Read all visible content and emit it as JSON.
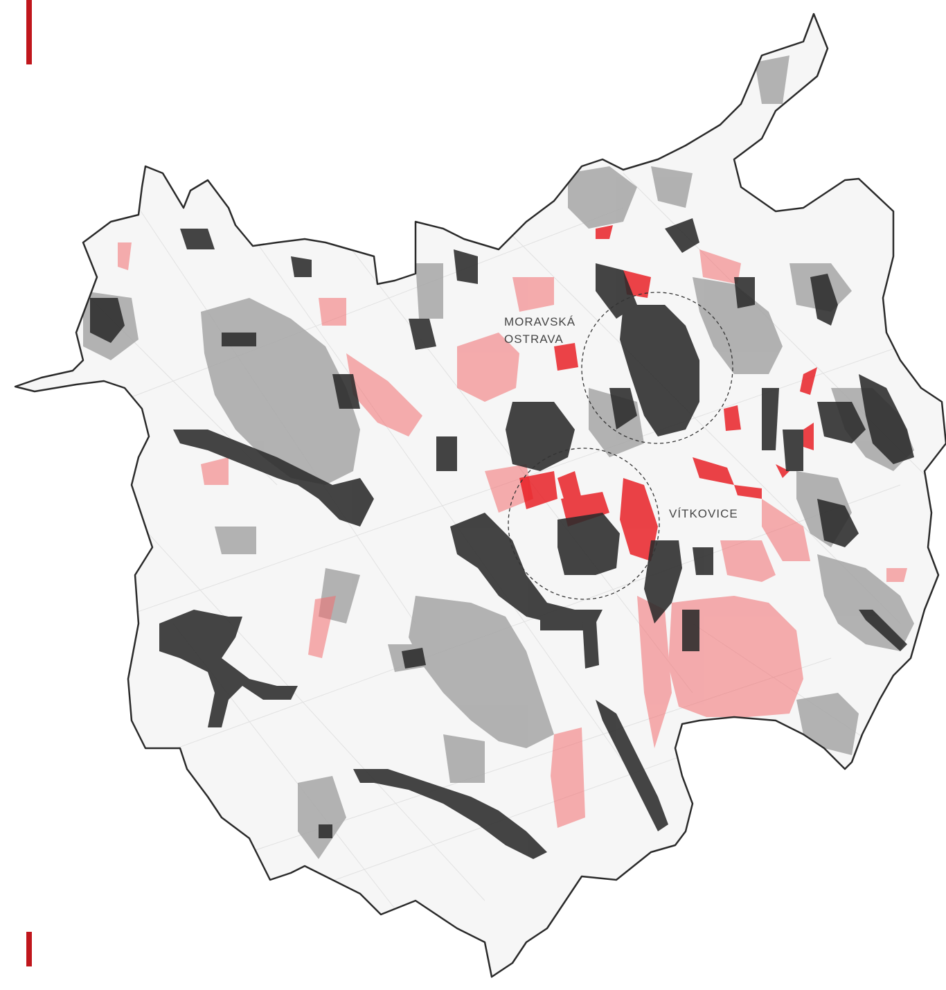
{
  "labels": {
    "moravska_line1": "MORAVSKÁ",
    "moravska_line2": "OSTRAVA",
    "vitkovice": "VÍTKOVICE"
  },
  "colors": {
    "accent": "#c0161c",
    "dark_zone": "#2b2b2b",
    "grey_zone": "#a6a6a6",
    "red_zone": "#f26d70",
    "red_strong": "#e8151b",
    "outline": "#2a2a2a"
  }
}
